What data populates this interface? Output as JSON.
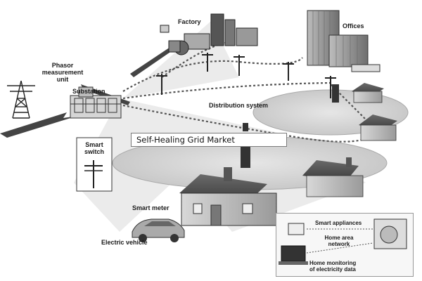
{
  "title_banner": "Self-Healing Grid Market",
  "labels": {
    "phasor": "Phasor\nmeasurement\nunit",
    "substation": "Substation",
    "factory": "Factory",
    "offices": "Offices",
    "distribution": "Distribution system",
    "smart_switch": "Smart\nswitch",
    "smart_meter": "Smart meter",
    "electric_vehicle": "Electric vehicle",
    "smart_appliances": "Smart appliances",
    "home_area_network": "Home area\nnetwork",
    "home_monitoring": "Home monitoring\nof electricity data"
  }
}
